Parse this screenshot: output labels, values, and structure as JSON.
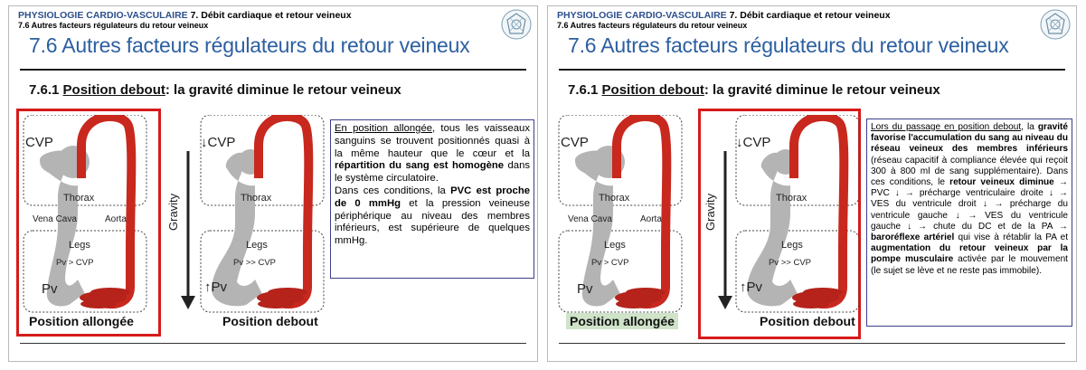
{
  "header": {
    "course": "PHYSIOLOGIE CARDIO-VASCULAIRE",
    "chapter": "7. Débit cardiaque et retour veineux",
    "section": "7.6 Autres facteurs régulateurs du retour veineux"
  },
  "slide_title": "7.6 Autres facteurs régulateurs du retour veineux",
  "subheading": {
    "number": "7.6.1 ",
    "underlined": "Position debout",
    "rest": ": la gravité diminue le retour veineux"
  },
  "diagram": {
    "cvp": "CVP",
    "cvp_low": "↓CVP",
    "thorax": "Thorax",
    "vena_cava": "Vena Cava",
    "aorta": "Aorta",
    "legs": "Legs",
    "pv_gt_cvp": "Pv > CVP",
    "pv_gg_cvp": "Pv >> CVP",
    "pv": "Pv",
    "pv_high": "↑Pv",
    "gravity": "Gravity",
    "colors": {
      "vessel_red": "#c8281e",
      "tissue_gray": "#b4b4b4",
      "muscle_red": "#b5231b",
      "frame_red": "#d61a1a"
    }
  },
  "labels": {
    "lying": "Position allongée",
    "standing": "Position debout"
  },
  "left_text": {
    "p1_a": "En position allongée",
    "p1_b": ", tous les vaisseaux sanguins se trouvent positionnés quasi à la même hauteur que le cœur et la ",
    "p1_c": "répartition du sang est homogène",
    "p1_d": " dans le système circulatoire.",
    "p2_a": "Dans ces conditions, la ",
    "p2_b": "PVC est proche de 0 mmHg",
    "p2_c": " et la pression veineuse périphérique au niveau des membres inférieurs, est supérieure de quelques mmHg."
  },
  "right_text": {
    "t1": "Lors du passage en position debout",
    "t2": ", la ",
    "t3": "gravité favorise l'accumulation du sang au niveau du réseau veineux des membres inférieurs",
    "t4": " (réseau capacitif à compliance élevée qui reçoit 300 à 800 ml de sang supplémentaire). Dans ces conditions, le ",
    "t5": "retour veineux diminue",
    "t6": " → PVC ↓ → précharge ventriculaire droite ↓ → VES du ventricule droit ↓ → précharge du ventricule gauche ↓ → VES du ventricule gauche ↓ → chute du DC et de la PA → ",
    "t7": "baroréflexe artériel",
    "t8": " qui vise à rétablir la PA et ",
    "t9": "augmentation du retour veineux par la pompe musculaire",
    "t10": " activée par le mouvement (le sujet se lève et ne reste pas immobile)."
  }
}
